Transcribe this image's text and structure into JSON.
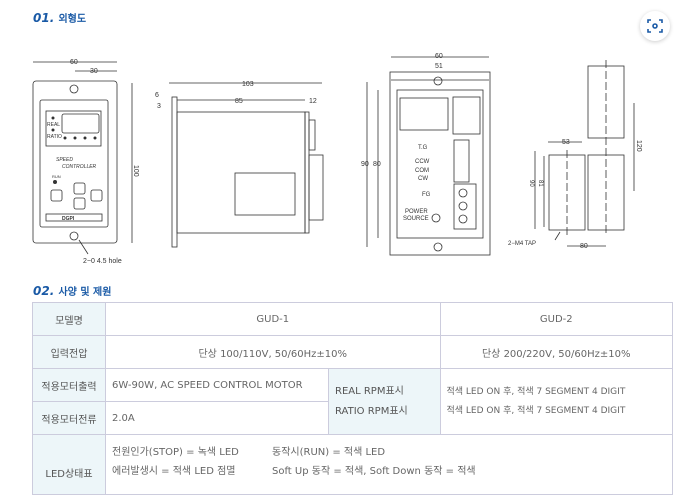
{
  "section1": {
    "num": "01.",
    "title": "외형도"
  },
  "section2": {
    "num": "02.",
    "title": "사양 및 제원"
  },
  "front": {
    "w60": "60",
    "w30": "30",
    "h100": "100",
    "hole": "2−0  4.5 hole",
    "real": "REAL",
    "ratio": "RATIO",
    "speed": "SPEED",
    "controller": "CONTROLLER",
    "run": "RUN",
    "brand": "DGPI"
  },
  "side": {
    "d103": "103",
    "d6": "6",
    "d3": "3",
    "d85": "85",
    "d12": "12"
  },
  "back": {
    "w60": "60",
    "w51": "51",
    "h90": "90",
    "h80": "80",
    "tg": "T.G",
    "ccw": "CCW",
    "com": "COM",
    "cw": "CW",
    "fg": "FG",
    "power": "POWER",
    "source": "SOURCE"
  },
  "mount": {
    "d53": "53",
    "d120": "120",
    "d90": "90",
    "d81": "81",
    "d80": "80",
    "tap": "2−M4 TAP"
  },
  "table": {
    "model_label": "모델명",
    "gud1": "GUD-1",
    "gud2": "GUD-2",
    "voltage_label": "입력전압",
    "voltage1": "단상 100/110V, 50/60Hz±10%",
    "voltage2": "단상 200/220V, 50/60Hz±10%",
    "output_label": "적용모터출력",
    "output_value": "6W-90W, AC SPEED CONTROL MOTOR",
    "current_label": "적용모터전류",
    "current_value": "2.0A",
    "real_label": "REAL RPM표시",
    "ratio_label": "RATIO RPM표시",
    "real_value": "적색 LED ON 후, 적색 7 SEGMENT 4 DIGIT",
    "ratio_value": "적색 LED ON 후, 적색 7 SEGMENT 4 DIGIT",
    "led_label": "LED상태표",
    "led1a": "전원인가(STOP) = 녹색 LED",
    "led1b": "동작시(RUN) = 적색 LED",
    "led2a": "에러발생시 = 적색 LED 점멸",
    "led2b": "Soft Up 동작 = 적색, Soft Down 동작 = 적색"
  }
}
